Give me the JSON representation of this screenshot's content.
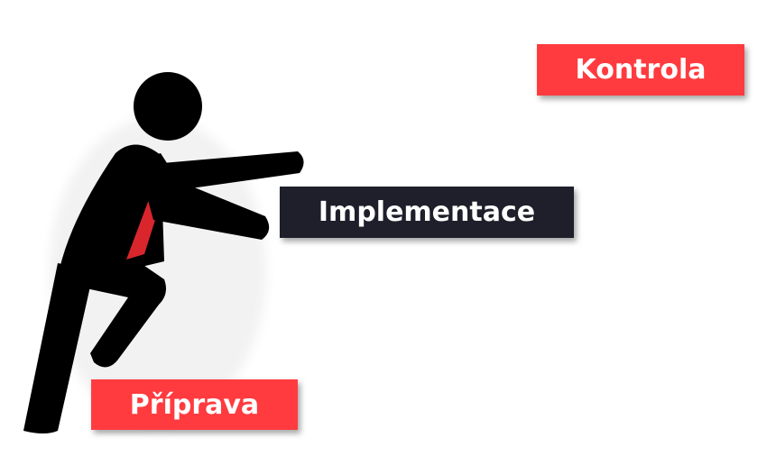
{
  "steps": [
    {
      "label": "Příprava",
      "color": "#ff3b3f"
    },
    {
      "label": "Implementace",
      "color": "#1e1f2a"
    },
    {
      "label": "Kontrola",
      "color": "#ff3b3f"
    }
  ],
  "figure": {
    "body_color": "#000000",
    "accent_color": "#d8262c"
  }
}
